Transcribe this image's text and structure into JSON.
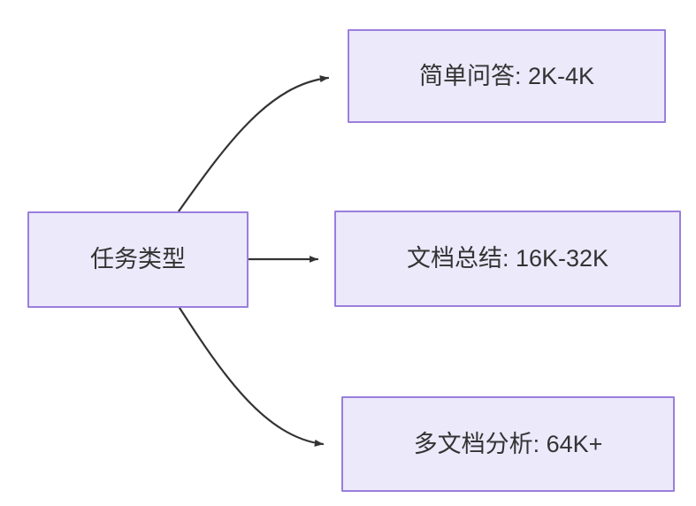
{
  "diagram": {
    "type": "flowchart",
    "direction": "left-to-right",
    "background_color": "#ffffff",
    "node_fill_color": "#ece9fb",
    "node_border_color": "#9a7fdc",
    "text_color": "#333333",
    "edge_color": "#333333",
    "nodes": {
      "root": {
        "id": "root",
        "label": "任务类型"
      },
      "simple_qa": {
        "id": "simple_qa",
        "label": "简单问答: 2K-4K"
      },
      "doc_summary": {
        "id": "doc_summary",
        "label": "文档总结: 16K-32K"
      },
      "multi_doc": {
        "id": "multi_doc",
        "label": "多文档分析: 64K+"
      }
    },
    "edges": [
      {
        "id": "edge-root-to-simple-qa",
        "from": "root",
        "to": "simple_qa",
        "label": "",
        "style": "curved",
        "arrowhead": "solid-triangle"
      },
      {
        "id": "edge-root-to-doc-summary",
        "from": "root",
        "to": "doc_summary",
        "label": "",
        "style": "straight",
        "arrowhead": "solid-triangle"
      },
      {
        "id": "edge-root-to-multi-doc",
        "from": "root",
        "to": "multi_doc",
        "label": "",
        "style": "curved",
        "arrowhead": "solid-triangle"
      }
    ]
  }
}
